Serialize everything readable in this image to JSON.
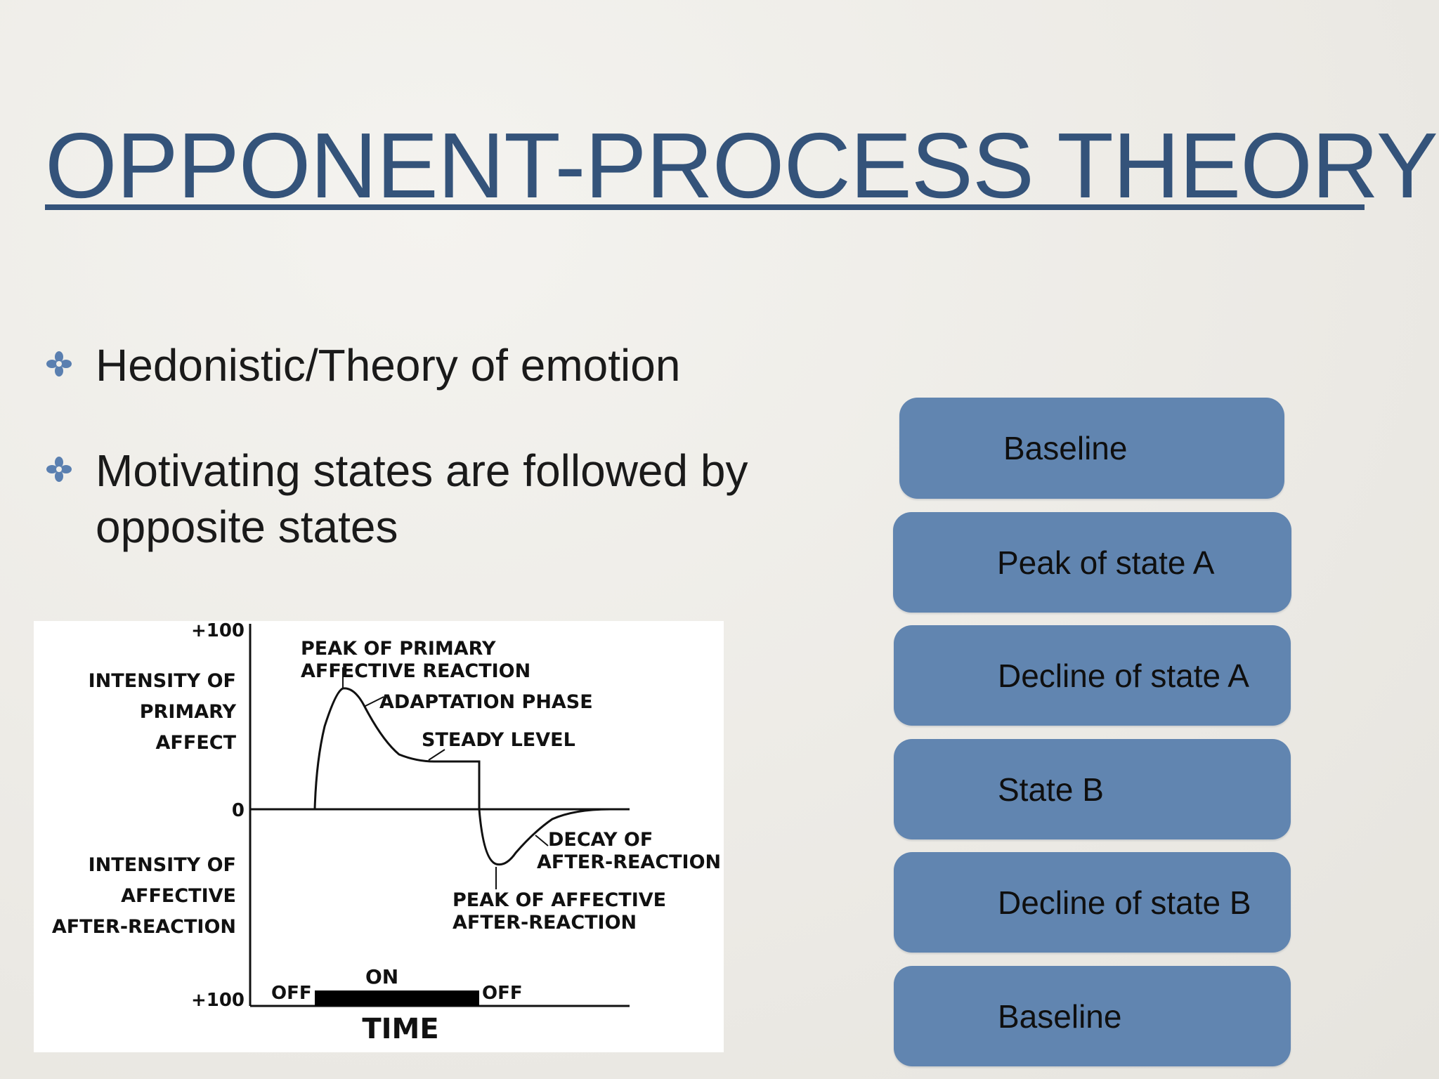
{
  "slide": {
    "title": "OPPONENT-PROCESS THEORY",
    "bullets": [
      {
        "text": "Hedonistic/Theory of emotion",
        "icon": "flower-bullet-icon"
      },
      {
        "text": "Motivating states are followed by opposite states",
        "icon": "flower-bullet-icon"
      }
    ],
    "accent_color": "#34537a",
    "step_color": "#6185b0"
  },
  "diagram": {
    "y_top": "+100",
    "y_zero": "0",
    "y_bottom": "+100",
    "label_primary": [
      "INTENSITY OF",
      "PRIMARY",
      "AFFECT"
    ],
    "label_after": [
      "INTENSITY OF",
      "AFFECTIVE",
      "AFTER-REACTION"
    ],
    "peak_primary": [
      "PEAK OF PRIMARY",
      "AFFECTIVE REACTION"
    ],
    "adaptation": "ADAPTATION PHASE",
    "steady": "STEADY LEVEL",
    "decay": [
      "DECAY OF",
      "AFTER-REACTION"
    ],
    "peak_after": [
      "PEAK OF AFFECTIVE",
      "AFTER-REACTION"
    ],
    "off1": "OFF",
    "on": "ON",
    "off2": "OFF",
    "time": "TIME"
  },
  "steps": [
    {
      "label": "Baseline"
    },
    {
      "label": "Peak of state A"
    },
    {
      "label": "Decline of state A"
    },
    {
      "label": "State B"
    },
    {
      "label": "Decline of state B"
    },
    {
      "label": "Baseline"
    }
  ]
}
